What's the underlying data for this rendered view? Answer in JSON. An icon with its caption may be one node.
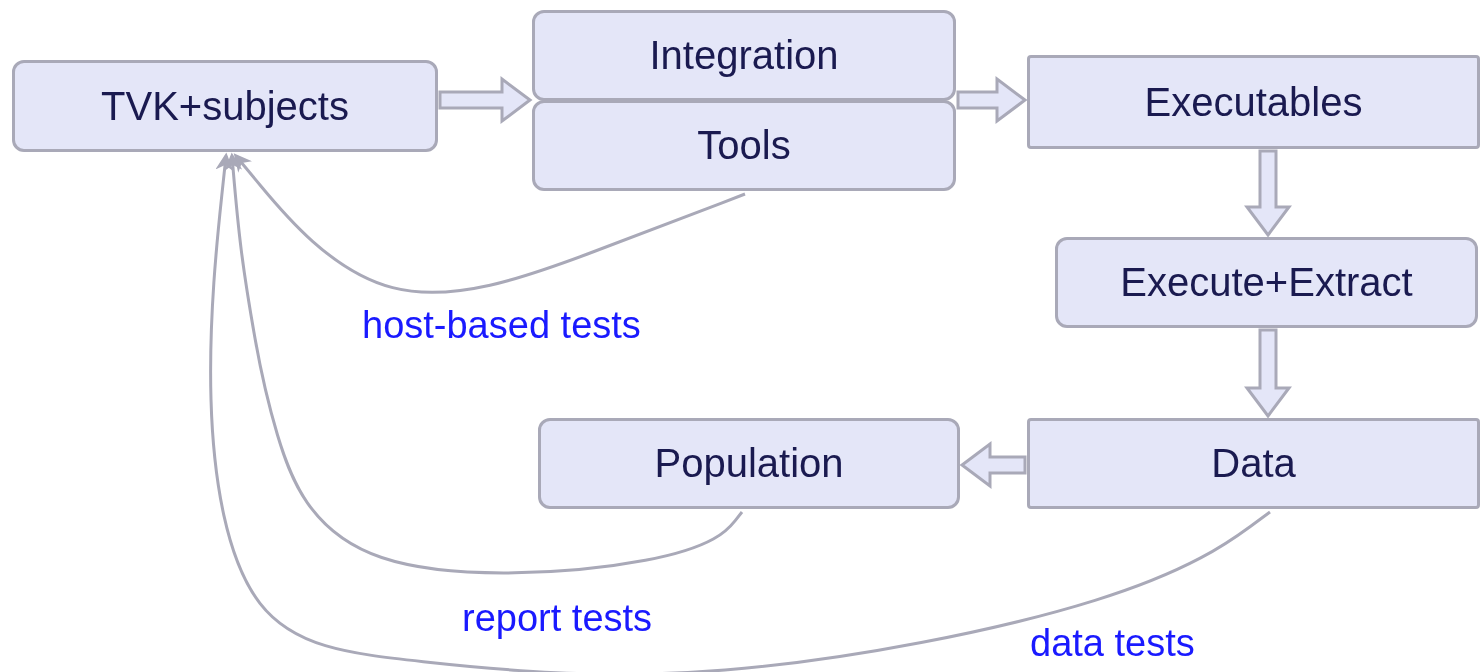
{
  "diagram": {
    "nodes": [
      {
        "text": [
          "TVK+subjects"
        ]
      },
      {
        "text": [
          "Integration"
        ]
      },
      {
        "text": [
          "Tools"
        ]
      },
      {
        "text": [
          "Executables"
        ]
      },
      {
        "text": [
          "Execute+Extract"
        ]
      },
      {
        "text": [
          "Population"
        ]
      },
      {
        "text": [
          "Data"
        ]
      }
    ],
    "edges": [
      {
        "from": 0,
        "to": 1,
        "arrow": "to",
        "style": "thick"
      },
      {
        "from": 1,
        "to": 3,
        "arrow": "to",
        "style": "thick"
      },
      {
        "from": 3,
        "to": 4,
        "arrow": "to",
        "style": "thick"
      },
      {
        "from": 4,
        "to": 6,
        "arrow": "to",
        "style": "thick"
      },
      {
        "from": 6,
        "to": 5,
        "arrow": "to",
        "style": "thick"
      },
      {
        "from": 2,
        "to": 0,
        "arrow": "to",
        "label": "host-based tests"
      },
      {
        "from": 5,
        "to": 0,
        "arrow": "to",
        "label": "report tests"
      },
      {
        "from": 6,
        "to": 0,
        "arrow": "to",
        "label": "data tests"
      }
    ]
  }
}
